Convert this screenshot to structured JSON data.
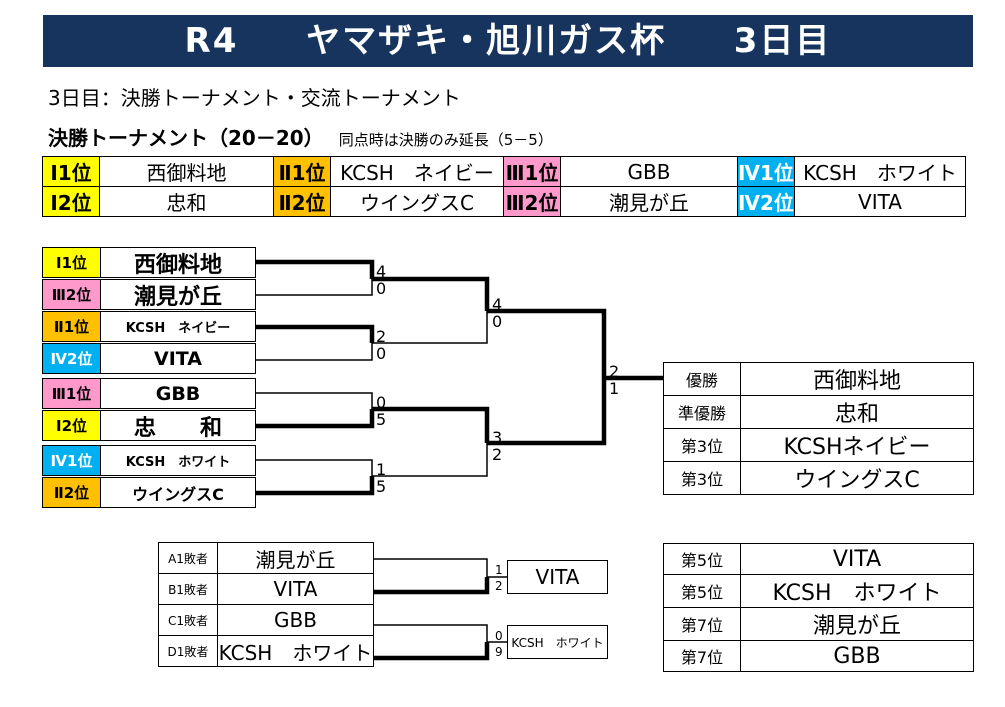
{
  "title": {
    "year": "R4",
    "name": "ヤマザキ・旭川ガス杯",
    "day": "3日目"
  },
  "subtitle": "3日目：決勝トーナメント・交流トーナメント",
  "note": {
    "heading": "決勝トーナメント（20－20）",
    "detail": "同点時は決勝のみ延長（5－5）"
  },
  "groups": [
    [
      {
        "pos": "Ⅰ1位",
        "team": "西御料地"
      },
      {
        "pos": "Ⅱ1位",
        "team": "KCSH　ネイビー"
      },
      {
        "pos": "Ⅲ1位",
        "team": "GBB"
      },
      {
        "pos": "Ⅳ1位",
        "team": "KCSH　ホワイト"
      }
    ],
    [
      {
        "pos": "Ⅰ2位",
        "team": "忠和"
      },
      {
        "pos": "Ⅱ2位",
        "team": "ウイングスC"
      },
      {
        "pos": "Ⅲ2位",
        "team": "潮見が丘"
      },
      {
        "pos": "Ⅳ2位",
        "team": "VITA"
      }
    ]
  ],
  "bracket": {
    "seeds": [
      {
        "pos": "Ⅰ1位",
        "team": "西御料地"
      },
      {
        "pos": "Ⅲ2位",
        "team": "潮見が丘"
      },
      {
        "pos": "Ⅱ1位",
        "team": "KCSH　ネイビー"
      },
      {
        "pos": "Ⅳ2位",
        "team": "VITA"
      },
      {
        "pos": "Ⅲ1位",
        "team": "GBB"
      },
      {
        "pos": "Ⅰ2位",
        "team": "忠　　和"
      },
      {
        "pos": "Ⅳ1位",
        "team": "KCSH　ホワイト"
      },
      {
        "pos": "Ⅱ2位",
        "team": "ウイングスC"
      }
    ],
    "round1_scores": [
      [
        "4",
        "0"
      ],
      [
        "2",
        "0"
      ],
      [
        "0",
        "5"
      ],
      [
        "1",
        "5"
      ]
    ],
    "semi_scores": [
      [
        "4",
        "0"
      ],
      [
        "3",
        "2"
      ]
    ],
    "final_score": [
      "2",
      "1"
    ]
  },
  "standings_top": [
    {
      "label": "優勝",
      "team": "西御料地"
    },
    {
      "label": "準優勝",
      "team": "忠和"
    },
    {
      "label": "第3位",
      "team": "KCSHネイビー"
    },
    {
      "label": "第3位",
      "team": "ウイングスC"
    }
  ],
  "consolation": {
    "losers": [
      {
        "label": "A1敗者",
        "team": "潮見が丘"
      },
      {
        "label": "B1敗者",
        "team": "VITA"
      },
      {
        "label": "C1敗者",
        "team": "GBB"
      },
      {
        "label": "D1敗者",
        "team": "KCSH　ホワイト"
      }
    ],
    "scores": [
      [
        "1",
        "2"
      ],
      [
        "0",
        "9"
      ]
    ],
    "winners": [
      "VITA",
      "KCSH　ホワイト"
    ]
  },
  "standings_bottom": [
    {
      "label": "第5位",
      "team": "VITA"
    },
    {
      "label": "第5位",
      "team": "KCSH　ホワイト"
    },
    {
      "label": "第7位",
      "team": "潮見が丘"
    },
    {
      "label": "第7位",
      "team": "GBB"
    }
  ],
  "colors": {
    "title_bg": "#17345e",
    "pos1": "#ffff00",
    "pos2": "#ffc000",
    "pos3": "#ff99cc",
    "pos4": "#00b0f0"
  }
}
